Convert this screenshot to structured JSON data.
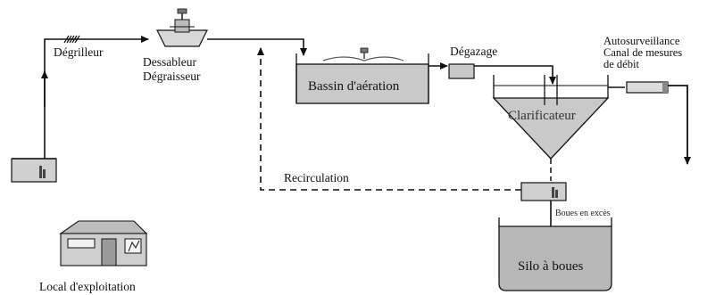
{
  "labels": {
    "degrilleur": "Dégrilleur",
    "dessableur_line1": "Dessableur",
    "dessableur_line2": "Dégraisseur",
    "bassin": "Bassin d'aération",
    "degazage": "Dégazage",
    "clarificateur": "Clarificateur",
    "autosurveillance_line1": "Autosurveillance",
    "autosurveillance_line2": "Canal de mesures",
    "autosurveillance_line3": "de débit",
    "recirculation": "Recirculation",
    "boues_exces": "Boues en excès",
    "silo": "Silo à boues",
    "local": "Local d'exploitation"
  },
  "colors": {
    "tank_fill": "#c9c9c9",
    "line": "#111111",
    "building_fill": "#cfcfcf"
  }
}
